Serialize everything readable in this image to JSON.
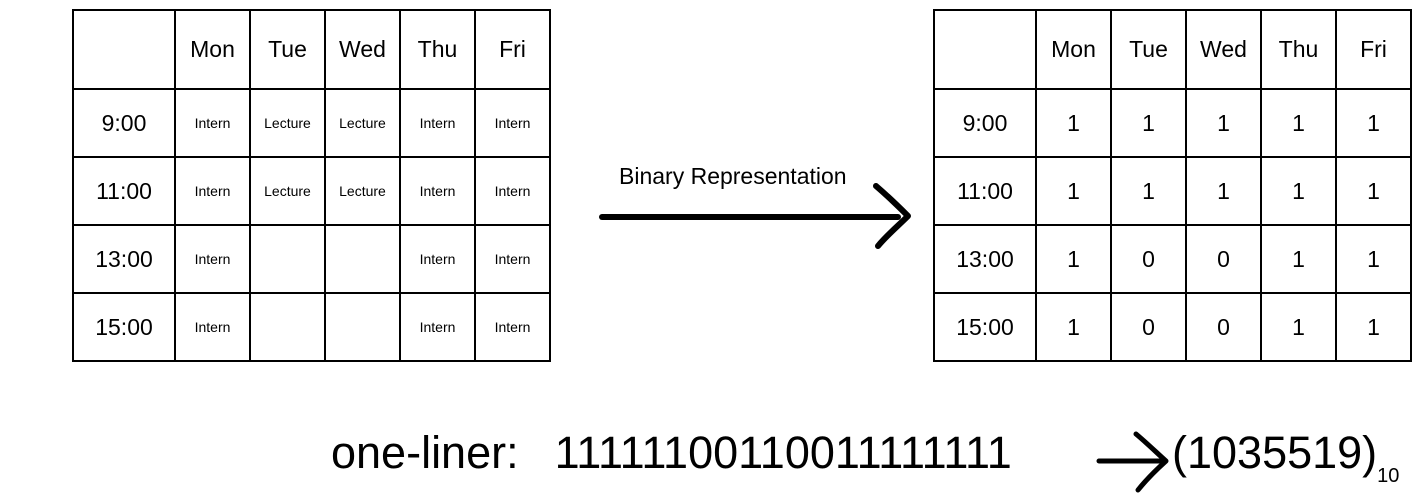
{
  "days": [
    "Mon",
    "Tue",
    "Wed",
    "Thu",
    "Fri"
  ],
  "times": [
    "9:00",
    "11:00",
    "13:00",
    "15:00"
  ],
  "schedule": [
    [
      "Intern",
      "Lecture",
      "Lecture",
      "Intern",
      "Intern"
    ],
    [
      "Intern",
      "Lecture",
      "Lecture",
      "Intern",
      "Intern"
    ],
    [
      "Intern",
      "",
      "",
      "Intern",
      "Intern"
    ],
    [
      "Intern",
      "",
      "",
      "Intern",
      "Intern"
    ]
  ],
  "binary": [
    [
      "1",
      "1",
      "1",
      "1",
      "1"
    ],
    [
      "1",
      "1",
      "1",
      "1",
      "1"
    ],
    [
      "1",
      "0",
      "0",
      "1",
      "1"
    ],
    [
      "1",
      "0",
      "0",
      "1",
      "1"
    ]
  ],
  "arrow_label": "Binary Representation",
  "one_liner": {
    "label": "one-liner:",
    "bits": "11111100110011111111",
    "decimal": "(1035519)",
    "base": "10"
  }
}
